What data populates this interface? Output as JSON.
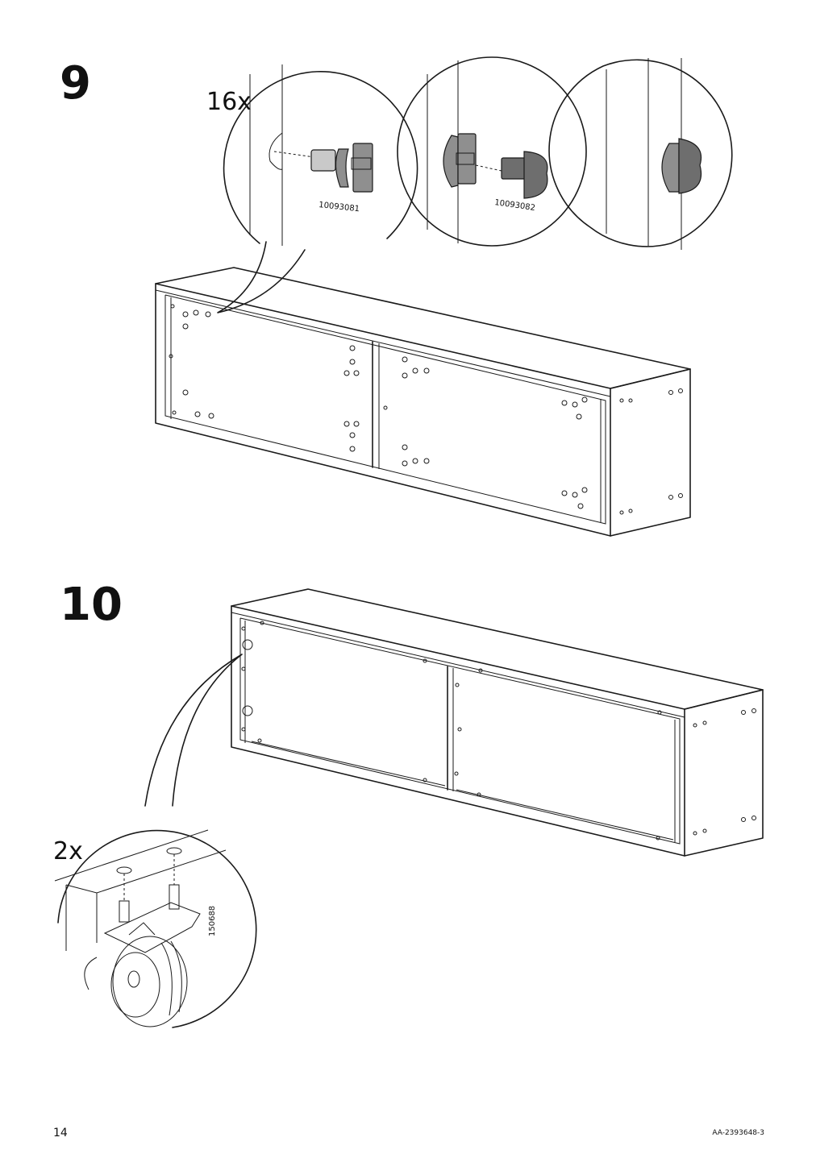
{
  "step9": {
    "number": "9",
    "quantity": "16x",
    "part_a": "10093081",
    "part_b": "10093082"
  },
  "step10": {
    "number": "10",
    "quantity": "2x",
    "part": "150688"
  },
  "footer": {
    "page_number": "14",
    "doc_id": "AA-2393648-3"
  }
}
